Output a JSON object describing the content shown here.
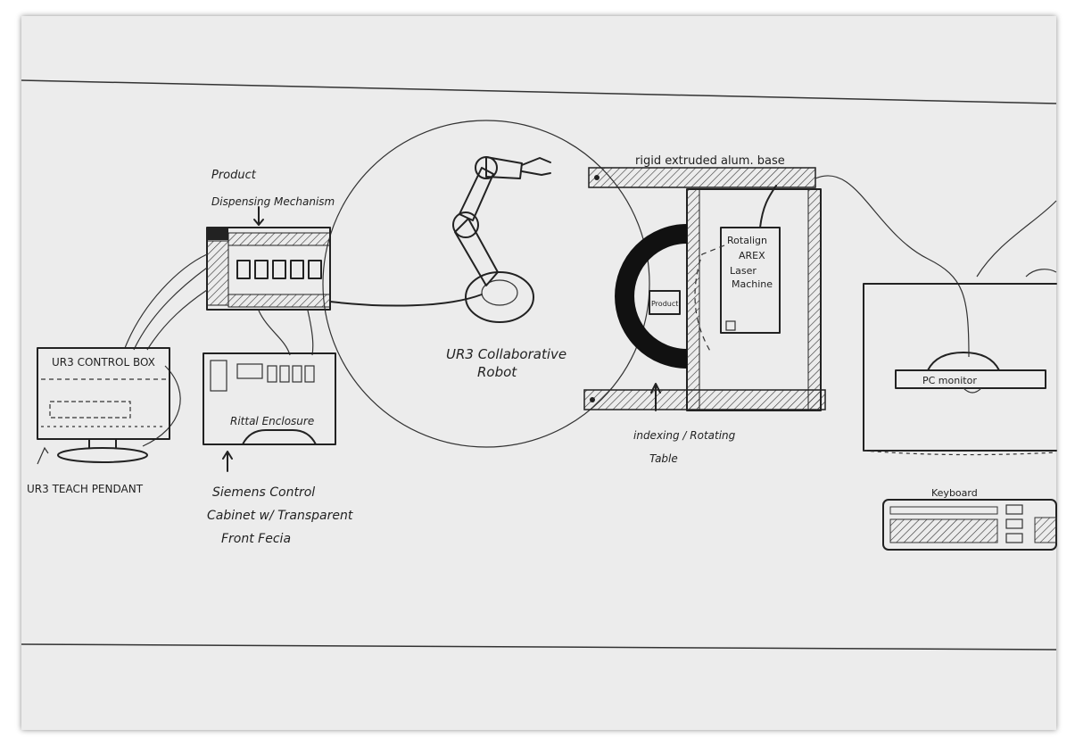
{
  "labels": {
    "product_dispensing_1": "Product",
    "product_dispensing_2": "Dispensing Mechanism",
    "ur3_control_box": "UR3 CONTROL BOX",
    "ur3_teach_pendant": "UR3 TEACH PENDANT",
    "rittal_enclosure": "Rittal Enclosure",
    "siemens_line1": "Siemens Control",
    "siemens_line2": "Cabinet w/ Transparent",
    "siemens_line3": "Front Fecia",
    "robot_line1": "UR3 Collaborative",
    "robot_line2": "Robot",
    "rigid_base": "rigid extruded alum. base",
    "laser_line1": "Rotalign",
    "laser_line2": "AREX",
    "laser_line3": "Laser",
    "laser_line4": "Machine",
    "product": "Product",
    "table_line1": "indexing / Rotating",
    "table_line2": "Table",
    "pc_monitor": "PC monitor",
    "keyboard": "Keyboard"
  },
  "colors": {
    "ink": "#222222",
    "paper": "#ececec",
    "frame": "#ffffff"
  }
}
